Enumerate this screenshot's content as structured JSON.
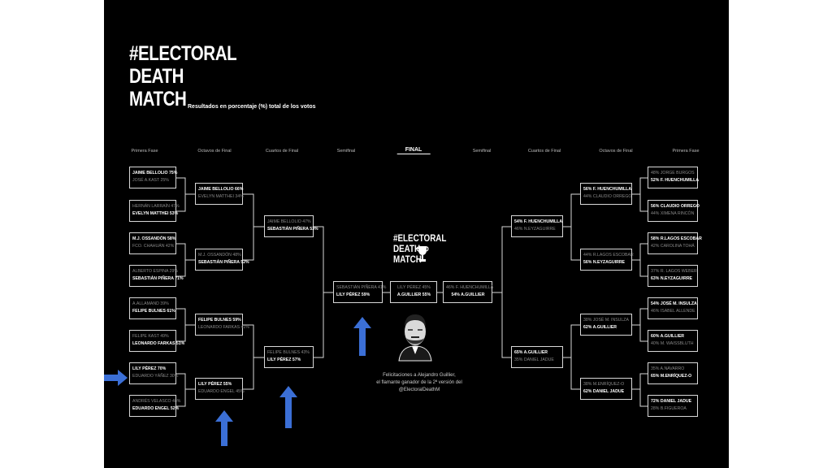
{
  "title": {
    "line1": "#ELECTORAL",
    "line2": "DEATH",
    "line3": "MATCH"
  },
  "subtitle": "Resultados en porcentaje (%) total de los votos",
  "stages": {
    "left_primera": "Primera Fase",
    "left_octavos": "Octavos de Final",
    "left_cuartos": "Cuartos de Final",
    "left_semi": "Semifinal",
    "final": "FINAL",
    "right_semi": "Semifinal",
    "right_cuartos": "Cuartos de Final",
    "right_octavos": "Octavos de Final",
    "right_primera": "Primera Fase"
  },
  "left": {
    "primera": [
      {
        "top": "JAIME BELLOLIO 75%",
        "bottom": "JOSÉ A.KAST 25%"
      },
      {
        "top": "HERNÁN LARRAÍN 47%",
        "bottom": "EVELYN MATTHEI 53%"
      },
      {
        "top": "M.J. OSSANDÓN 58%",
        "bottom": "FCO. CHAHUÁN 42%"
      },
      {
        "top": "ALBERTO ESPINA 29%",
        "bottom": "SEBASTIÁN PIÑERA 71%"
      },
      {
        "top": "A.ALLAMAND 39%",
        "bottom": "FELIPE BULNES 61%"
      },
      {
        "top": "FELIPE KAST 49%",
        "bottom": "LEONARDO FARKAS 51%"
      },
      {
        "top": "LILY PÉREZ 70%",
        "bottom": "EDUARDO YÁÑEZ 30%"
      },
      {
        "top": "ANDRÉS VELASCO 48%",
        "bottom": "EDUARDO ENGEL 52%"
      }
    ],
    "octavos": [
      {
        "top": "JAIME BELLOLIO 66%",
        "bottom": "EVELYN MATTHEI 34%"
      },
      {
        "top": "M.J. OSSANDÓN 48%",
        "bottom": "SEBASTIÁN PIÑERA 52%"
      },
      {
        "top": "FELIPE BULNES 59%",
        "bottom": "LEONARDO FARKAS 41%"
      },
      {
        "top": "LILY PÉREZ 55%",
        "bottom": "EDUARDO ENGEL 45%"
      }
    ],
    "cuartos": [
      {
        "top": "JAIME BELLOLIO 47%",
        "bottom": "SEBASTIÁN PIÑERA 53%"
      },
      {
        "top": "FELIPE BULNES 43%",
        "bottom": "LILY PÉREZ 57%"
      }
    ],
    "semi": {
      "top": "SEBASTIÁN PIÑERA 41%",
      "bottom": "LILY PÉREZ 59%"
    }
  },
  "final": {
    "top": "LILY PÉREZ 45%",
    "bottom": "A.GUILLIER 55%"
  },
  "right": {
    "semi": {
      "top": "46% F. HUENCHUMILLA",
      "bottom": "54% A.GUILLIER"
    },
    "cuartos": [
      {
        "top": "54% F. HUENCHUMILLA",
        "bottom": "46% N.EYZAGUIRRE"
      },
      {
        "top": "65% A.GUILLIER",
        "bottom": "35% DANIEL JADUE"
      }
    ],
    "octavos": [
      {
        "top": "56% F. HUENCHUMILLA",
        "bottom": "44% CLAUDIO ORREGO"
      },
      {
        "top": "44% R.LAGOS ESCOBAR",
        "bottom": "56% N.EYZAGUIRRE"
      },
      {
        "top": "38% JOSÉ M. INSULZA",
        "bottom": "62% A.GUILLIER"
      },
      {
        "top": "38% M.ENRÍQUEZ-O",
        "bottom": "62% DANIEL JADUE"
      }
    ],
    "primera": [
      {
        "top": "48% JORGE BURGOS",
        "bottom": "52% F. HUENCHUMILLA"
      },
      {
        "top": "56% CLAUDIO ORREGO",
        "bottom": "44% XIMENA RINCÓN"
      },
      {
        "top": "58% R.LAGOS ESCOBAR",
        "bottom": "42% CAROLINA TOHÁ"
      },
      {
        "top": "37% R. LAGOS WEBER",
        "bottom": "63% N.EYZAGUIRRE"
      },
      {
        "top": "54% JOSÉ M. INSULZA",
        "bottom": "46% ISABEL ALLENDE"
      },
      {
        "top": "60% A.GUILLIER",
        "bottom": "40% M. WAISSBLUTH"
      },
      {
        "top": "35% A.NAVARRO",
        "bottom": "65% M.ENRÍQUEZ-O"
      },
      {
        "top": "72% DANIEL JADUE",
        "bottom": "28% B.FIGUEROA"
      }
    ]
  },
  "logo": {
    "line1": "#ELECTORAL",
    "line2": "DEATH",
    "line3": "MATCH"
  },
  "caption": {
    "line1": "Felicitaciones a Alejandro Guillier,",
    "line2": "el flamante ganador de la 2ª versión del",
    "line3": "@ElectoralDeathM"
  },
  "colors": {
    "background": "#000000",
    "frame": "#ffffff",
    "box_border": "#d8d8d8",
    "arrow": "#3b6fd6",
    "loser_text": "#888888"
  }
}
